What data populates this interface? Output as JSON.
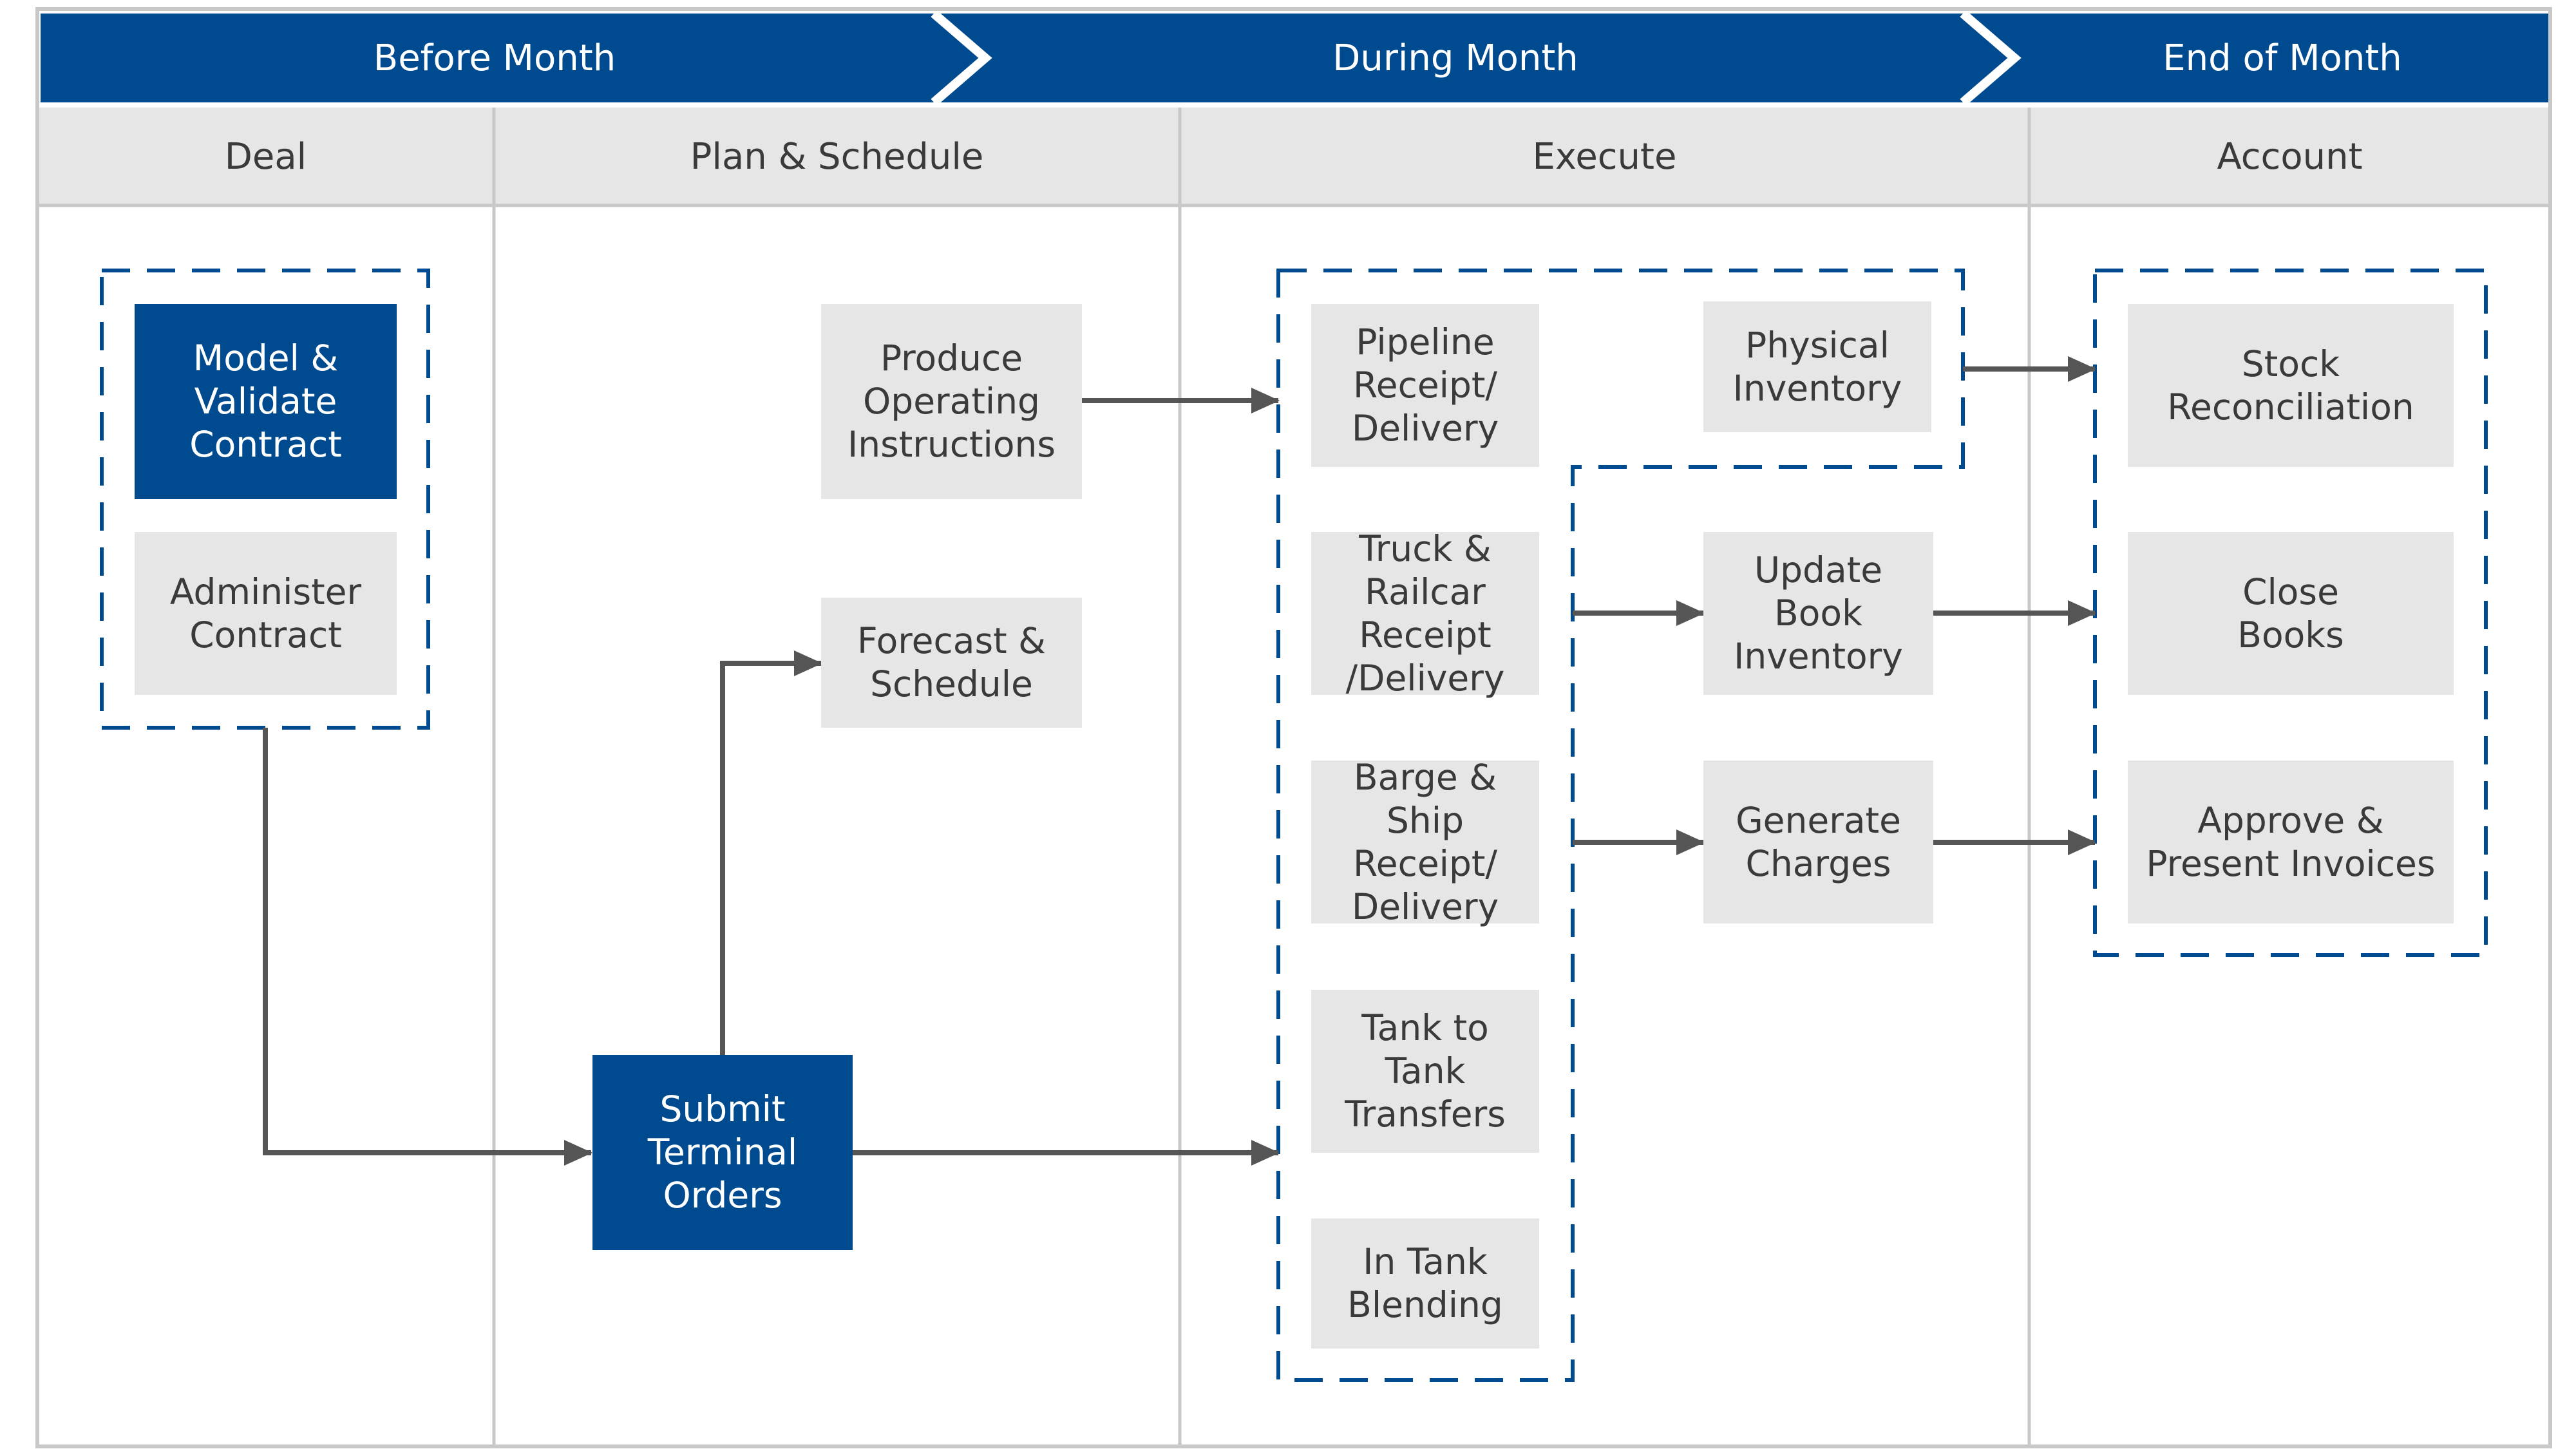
{
  "colors": {
    "primary_blue": "#004a8f",
    "box_gray": "#e6e6e6",
    "header_gray": "#e6e6e6",
    "line_gray": "#c8c8c8",
    "arrow": "#555555",
    "text_dark": "#3a3a3a"
  },
  "phases": [
    "Before Month",
    "During Month",
    "End of Month"
  ],
  "lanes": [
    "Deal",
    "Plan & Schedule",
    "Execute",
    "Account"
  ],
  "boxes": {
    "model_validate": "Model &\nValidate\nContract",
    "administer": "Administer\nContract",
    "produce_oi": "Produce\nOperating\nInstructions",
    "forecast": "Forecast &\nSchedule",
    "submit_orders": "Submit\nTerminal\nOrders",
    "pipeline": "Pipeline\nReceipt/\nDelivery",
    "truck_railcar": "Truck &\nRailcar Receipt\n/Delivery",
    "barge_ship": "Barge & Ship\nReceipt/\nDelivery",
    "tank_transfers": "Tank to\nTank\nTransfers",
    "in_tank_blending": "In Tank\nBlending",
    "physical_inventory": "Physical\nInventory",
    "update_book": "Update\nBook\nInventory",
    "generate_charges": "Generate\nCharges",
    "stock_recon": "Stock\nReconciliation",
    "close_books": "Close\nBooks",
    "approve_invoices": "Approve &\nPresent Invoices"
  }
}
